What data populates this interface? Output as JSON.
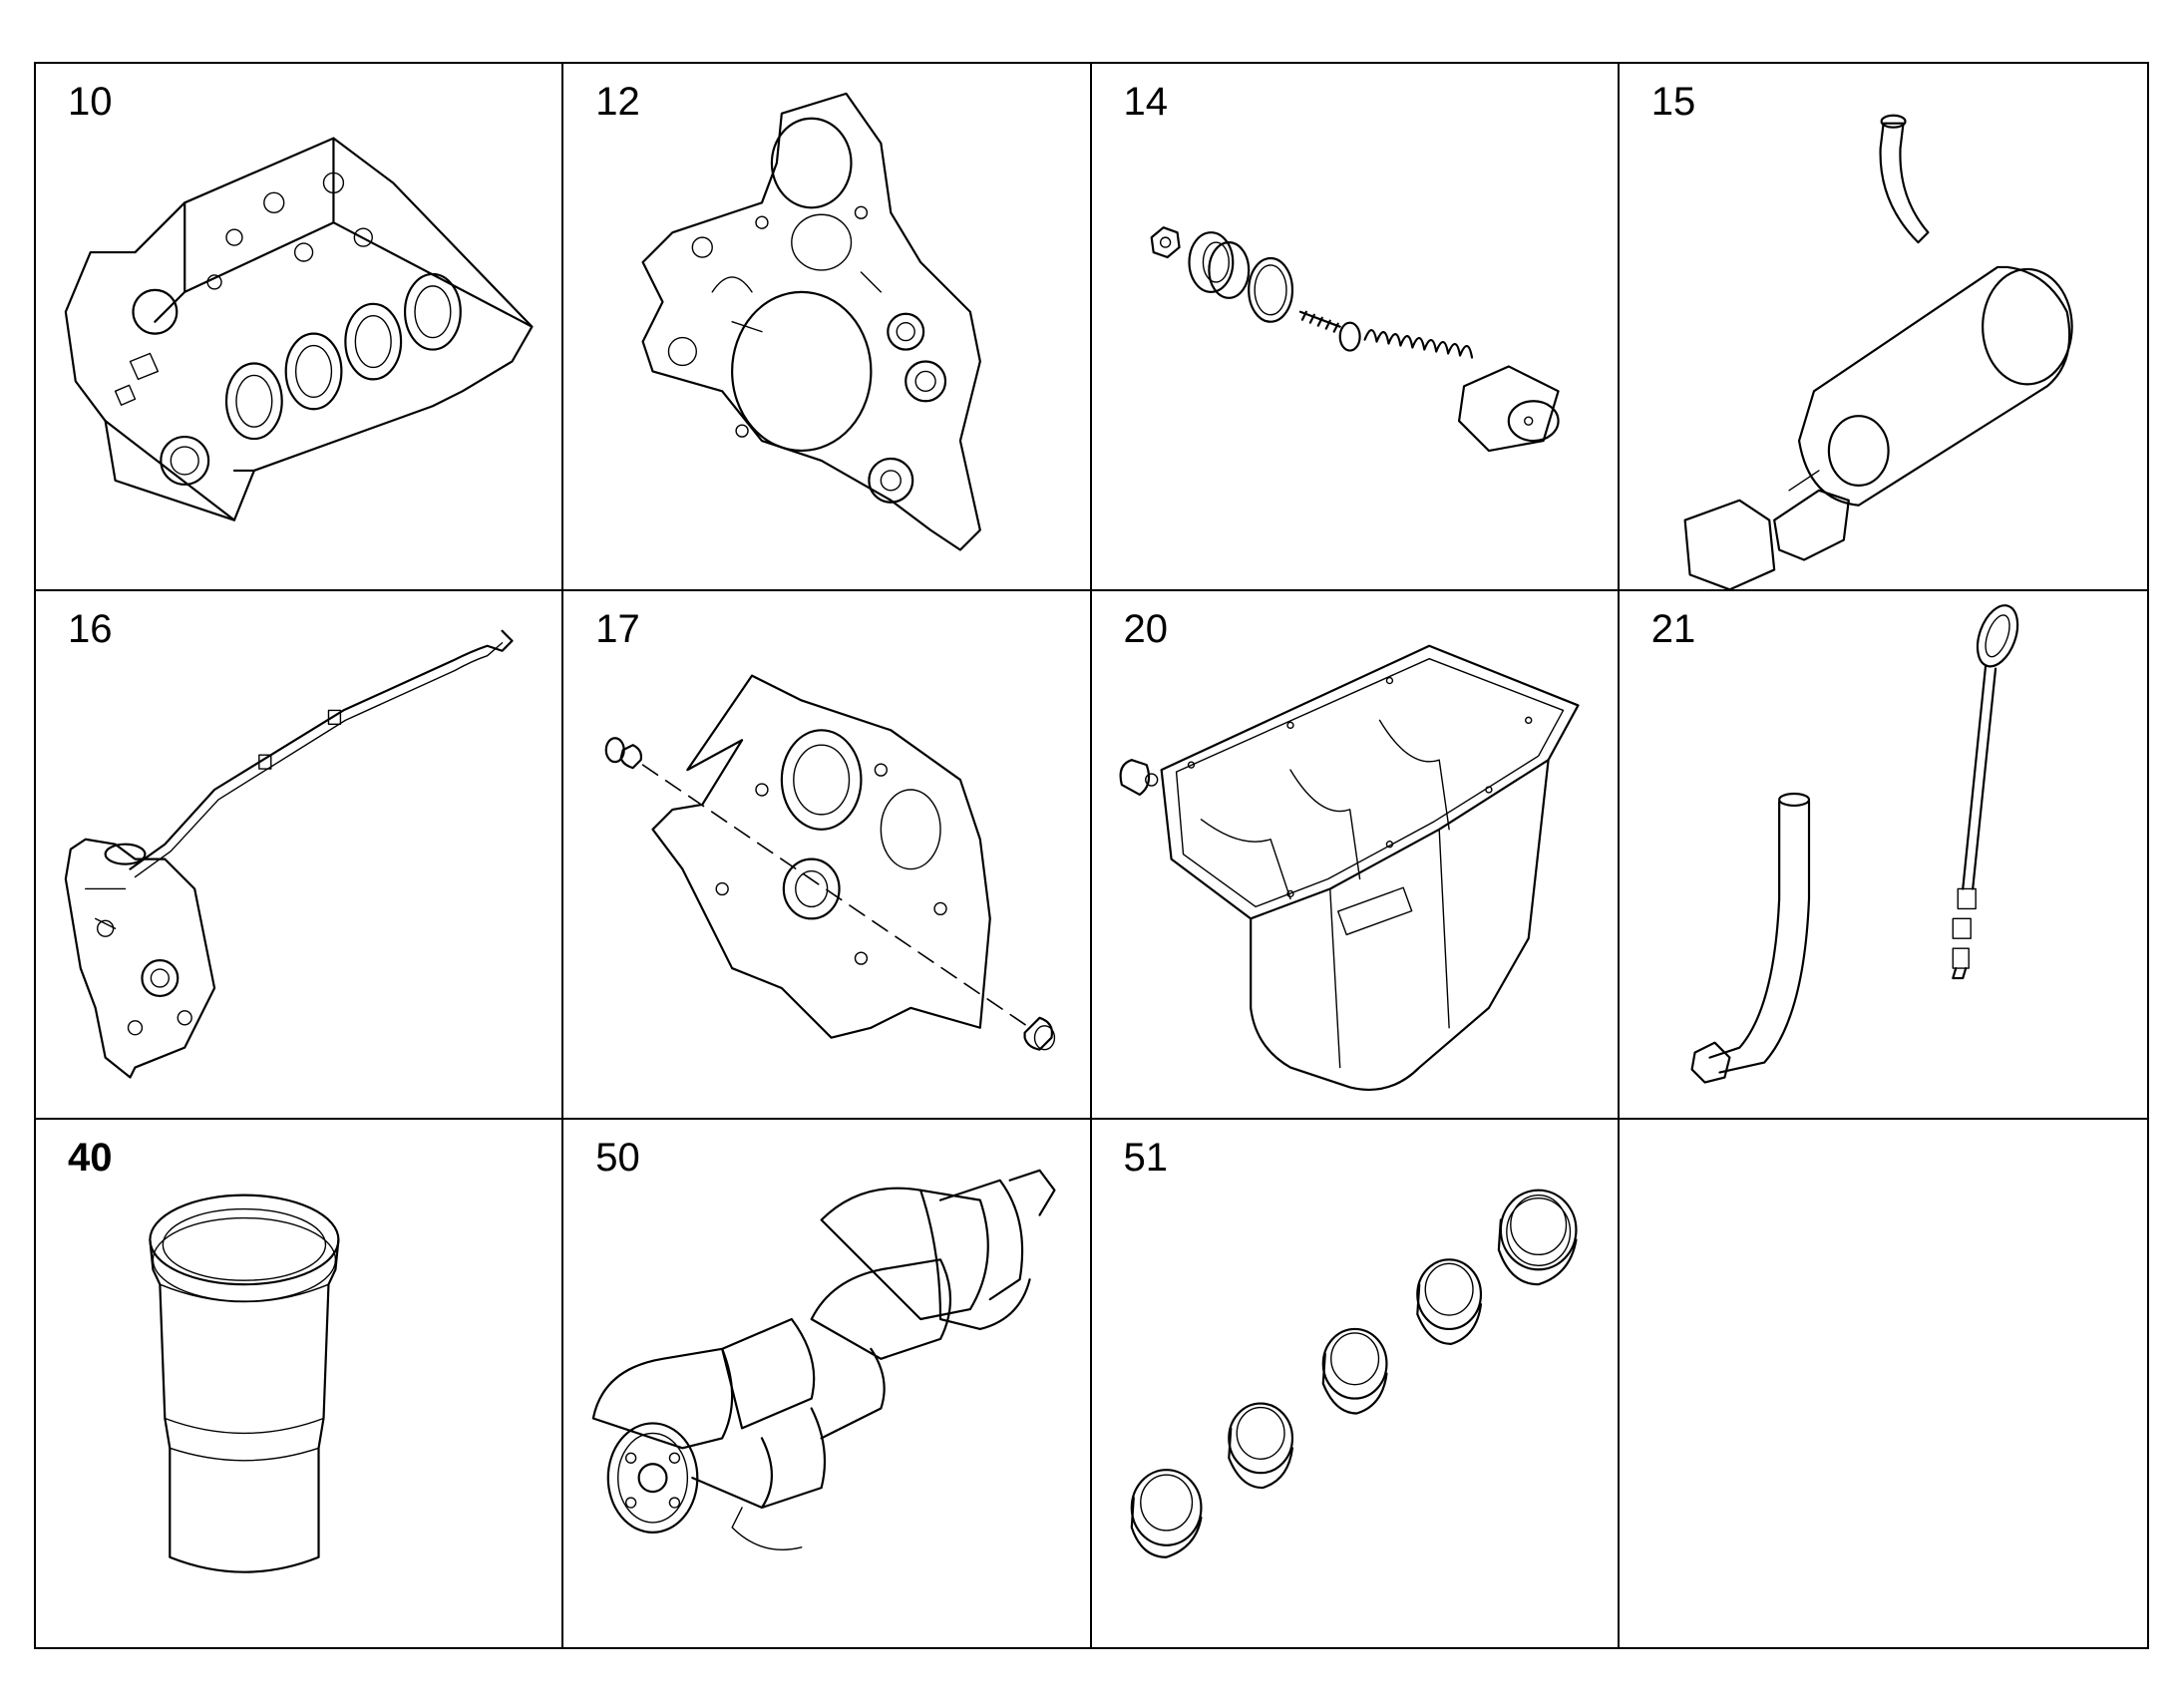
{
  "parts": [
    {
      "number": "10",
      "illustration": "engine-block",
      "bold": false
    },
    {
      "number": "12",
      "illustration": "timing-cover",
      "bold": false
    },
    {
      "number": "14",
      "illustration": "pressure-valve-assembly",
      "bold": false
    },
    {
      "number": "15",
      "illustration": "breather-pipe-with-plug",
      "bold": false
    },
    {
      "number": "16",
      "illustration": "oil-pump-with-line",
      "bold": false
    },
    {
      "number": "17",
      "illustration": "housing-with-plugs",
      "bold": false
    },
    {
      "number": "20",
      "illustration": "oil-pan",
      "bold": false
    },
    {
      "number": "21",
      "illustration": "dipstick-and-tube",
      "bold": false
    },
    {
      "number": "40",
      "illustration": "cylinder-liner",
      "bold": true
    },
    {
      "number": "50",
      "illustration": "crankshaft",
      "bold": false
    },
    {
      "number": "51",
      "illustration": "bearing-shells",
      "bold": false
    }
  ]
}
